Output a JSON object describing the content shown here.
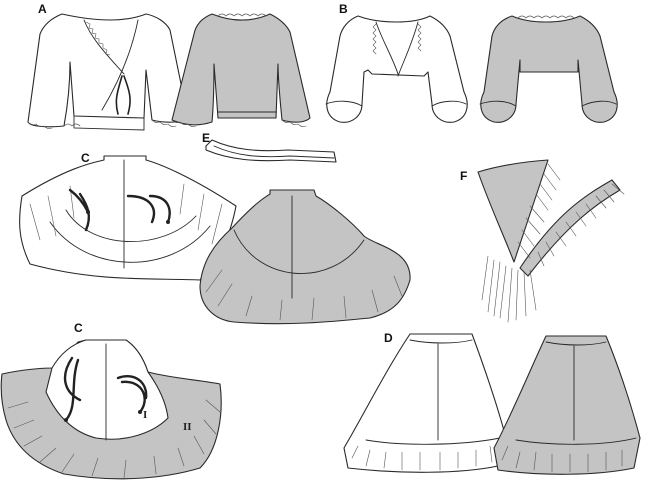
{
  "labels": {
    "a": "A",
    "b": "B",
    "c_top": "C",
    "c_bottom": "C",
    "d": "D",
    "e": "E",
    "f": "F",
    "tier_one": "I",
    "tier_two": "II"
  },
  "colors": {
    "line": "#2a2a2a",
    "fill_front": "#ffffff",
    "fill_back": "#c4c4c4"
  }
}
